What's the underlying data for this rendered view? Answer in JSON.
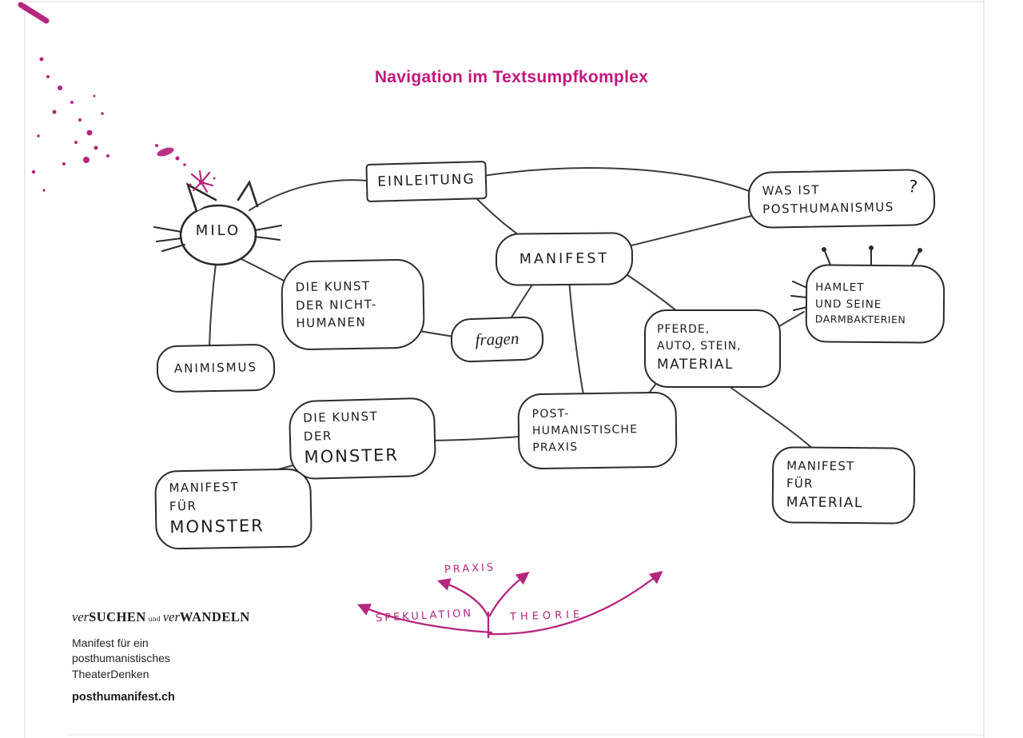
{
  "title": "Navigation im Textsumpfkomplex",
  "colors": {
    "accent": "#c2187e",
    "splatter": "#b5267d",
    "ink": "#2b2b2b"
  },
  "nodes": {
    "einleitung": {
      "l1": "EINLEITUNG"
    },
    "was_ist": {
      "l1": "WAS IST",
      "q": "?",
      "l2": "POSTHUMANISMUS"
    },
    "milo": {
      "l1": "MILO"
    },
    "manifest": {
      "l1": "MANIFEST"
    },
    "kunst_nicht": {
      "l1": "DIE KUNST",
      "l2": "DER NICHT-",
      "l3": "HUMANEN"
    },
    "hamlet": {
      "l1": "HAMLET",
      "l2": "UND SEINE",
      "l3": "DARMBAKTERIEN"
    },
    "fragen": {
      "l1": "fragen"
    },
    "pferde": {
      "l1": "PFERDE,",
      "l2": "AUTO, STEIN,",
      "l3": "MATERIAL"
    },
    "animismus": {
      "l1": "ANIMISMUS"
    },
    "kunst_monster": {
      "l1": "DIE KUNST",
      "l2": "DER",
      "l3": "MONSTER"
    },
    "post_praxis": {
      "l1": "POST-",
      "l2": "HUMANISTISCHE",
      "l3": "PRAXIS"
    },
    "manifest_monster": {
      "l1": "MANIFEST",
      "l2": "FÜR",
      "l3": "MONSTER"
    },
    "manifest_material": {
      "l1": "MANIFEST",
      "l2": "FÜR",
      "l3": "MATERIAL"
    }
  },
  "axes": {
    "praxis": "PRAXIS",
    "spekulation": "SPEKULATION",
    "theorie": "THEORIE"
  },
  "footer": {
    "wordmark": {
      "ver1": "ver",
      "suchen": "SUCHEN",
      "und": "und",
      "ver2": "ver",
      "wandeln": "WANDELN"
    },
    "line1": "Manifest für ein",
    "line2": "posthumanistisches",
    "line3": "TheaterDenken",
    "site": "posthumanifest.ch"
  }
}
